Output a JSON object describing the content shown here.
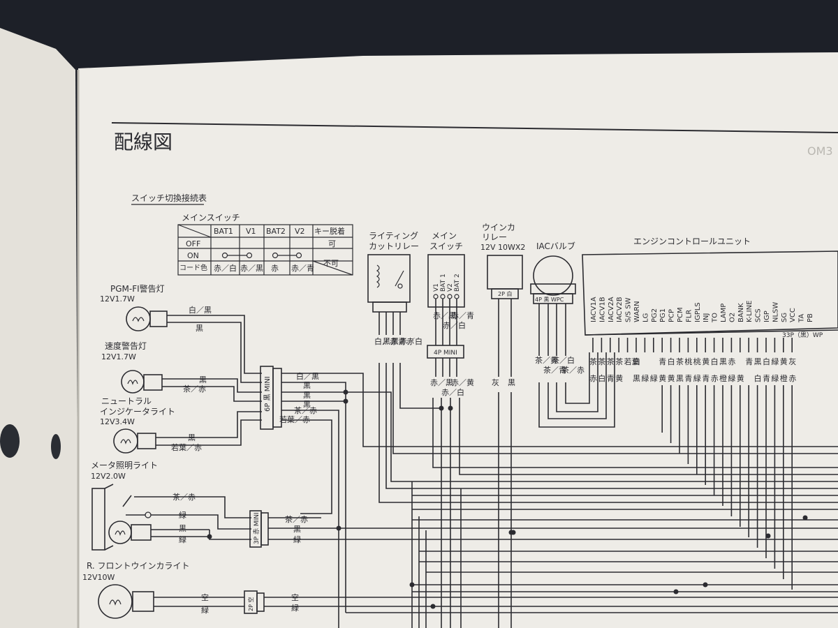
{
  "page": {
    "title": "配線図",
    "corner_mark": "OM3"
  },
  "switch_table": {
    "caption": "スイッチ切換接続表",
    "name": "メインスイッチ",
    "columns": [
      "BAT1",
      "V1",
      "BAT2",
      "V2",
      "キー脱着"
    ],
    "rows": [
      {
        "label": "OFF",
        "key": "可"
      },
      {
        "label": "ON",
        "key": "不可"
      }
    ],
    "color_row_label": "コード色",
    "colors": [
      "赤／白",
      "赤／黒",
      "赤",
      "赤／青"
    ]
  },
  "lamps": {
    "pgm_fi": {
      "name": "PGM-FI警告灯",
      "spec": "12V1.7W",
      "wires": [
        "白／黒",
        "黒"
      ]
    },
    "speed": {
      "name": "速度警告灯",
      "spec": "12V1.7W",
      "wires": [
        "黒",
        "茶／赤"
      ]
    },
    "neutral": {
      "name_line1": "ニュートラル",
      "name_line2": "インジケータライト",
      "spec": "12V3.4W",
      "wires": [
        "黒",
        "若葉／赤"
      ]
    },
    "meter": {
      "name": "メータ照明ライト",
      "spec": "12V2.0W",
      "wires": [
        "茶／赤",
        "緑",
        "黒",
        "緑"
      ]
    },
    "front_winker": {
      "name": "R. フロントウインカライト",
      "spec": "12V10W",
      "wires": [
        "空",
        "緑"
      ]
    }
  },
  "connectors": {
    "c6p": {
      "label": "6P 黒 MINI",
      "out_wires": [
        "白／黒",
        "黒",
        "黒",
        "黒",
        "茶／赤",
        "若葉／赤"
      ]
    },
    "c3p": {
      "label": "3P 赤 MINI",
      "out_wires": [
        "茶／赤",
        "黒",
        "緑"
      ]
    },
    "c2p": {
      "label": "2P 空",
      "out_wires": [
        "空",
        "緑"
      ]
    }
  },
  "components": {
    "lighting_cut_relay": {
      "name_line1": "ライティング",
      "name_line2": "カットリレー",
      "wires": [
        "白／赤",
        "黒／青",
        "黒／赤",
        "赤／白"
      ]
    },
    "main_switch": {
      "name_line1": "メイン",
      "name_line2": "スイッチ",
      "terminals": [
        "V1",
        "BAT 1",
        "V2",
        "BAT 2"
      ],
      "wires_top": [
        "赤／黒",
        "赤／白",
        "赤／青"
      ],
      "connector": "4P MINI",
      "wires_bottom": [
        "赤／黒",
        "赤／白",
        "赤／黄"
      ]
    },
    "winker_relay": {
      "name_line1": "ウインカ",
      "name_line2": "リレー",
      "spec": "12V 10WX2",
      "connector": "2P 白",
      "wires": [
        "灰",
        "黒"
      ]
    },
    "iac_valve": {
      "name": "IACバルブ",
      "connector": "4P 黒 WPC",
      "wires": [
        "茶／黄",
        "茶／青",
        "茶／白",
        "茶／赤"
      ]
    },
    "ecu": {
      "name": "エンジンコントロールユニット",
      "pins": [
        "IACV1A",
        "IACV1B",
        "IACV2A",
        "IACV2B",
        "S/S SW",
        "WARN",
        "LG",
        "PG2",
        "PG1",
        "PCP",
        "PCM",
        "FLR",
        "IGPLS",
        "INJ",
        "TO",
        "LAMP",
        "O2",
        "BANK",
        "K-LINE",
        "SCS",
        "IGP",
        "NLSW",
        "SG",
        "VCC",
        "TA",
        "PB"
      ],
      "connector": "33P（黒）WP",
      "wire_top": [
        "茶",
        "茶",
        "茶",
        "茶",
        "若葉",
        "白",
        "",
        "",
        "青",
        "白",
        "茶",
        "桃",
        "桃",
        "黄",
        "白",
        "黒",
        "赤",
        "",
        "青",
        "黒",
        "白",
        "緑",
        "黄",
        "灰"
      ],
      "wire_bot": [
        "赤",
        "白",
        "青",
        "黄",
        "",
        "黒",
        "緑",
        "緑",
        "黄",
        "黄",
        "黒",
        "青",
        "緑",
        "青",
        "赤",
        "橙",
        "緑",
        "黄",
        "",
        "白",
        "青",
        "緑",
        "橙",
        "赤"
      ]
    }
  }
}
